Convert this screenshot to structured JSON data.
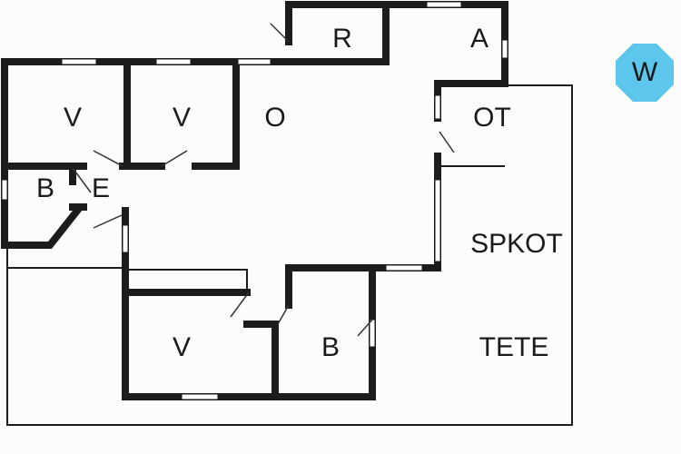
{
  "rooms": {
    "r": "R",
    "a": "A",
    "v1": "V",
    "v2": "V",
    "o": "O",
    "ot": "OT",
    "b1": "B",
    "e": "E",
    "spkot": "SPKOT",
    "v3": "V",
    "b2": "B",
    "tete": "TETE"
  },
  "compass": {
    "label": "W",
    "color": "#5cc6ec"
  }
}
